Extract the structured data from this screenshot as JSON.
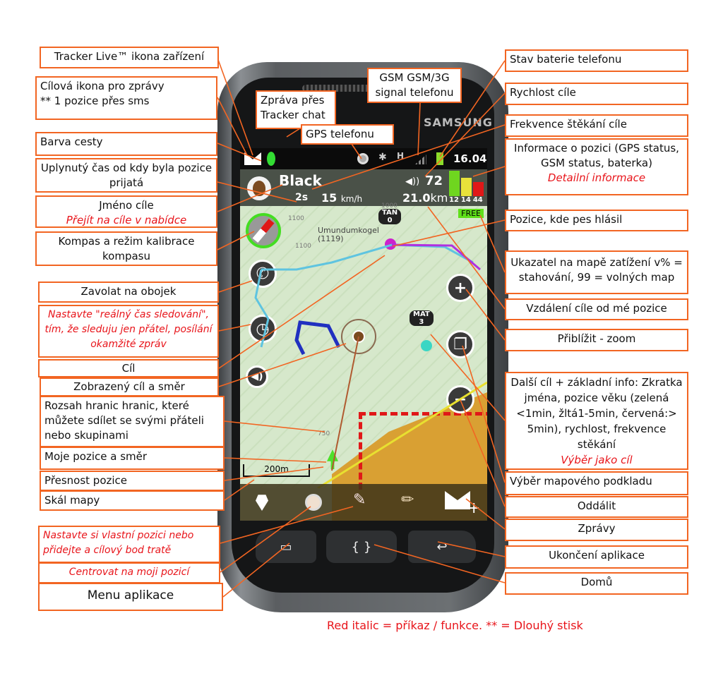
{
  "labels_left": {
    "tracker_live": "Tracker Live™ ikona zařízení",
    "target_icon_messages": "Cílová ikona pro zprávy",
    "target_icon_sms": "** 1 pozice přes sms",
    "track_color": "Barva cesty",
    "elapsed_time": "Uplynutý čas od kdy byla pozice prijatá",
    "target_name": "Jméno cíle",
    "target_name_cmd": "Přejít na cíle v nabídce",
    "compass": "Kompas a režim kalibrace kompasu",
    "call_collar": "Zavolat na obojek",
    "realtime_cmd": "Nastavte \"reálný čas sledování\", tím, že sleduju jen přátel, posílání okamžité zpráv",
    "target": "Cíl",
    "shown_target": "Zobrazený cíl a směr",
    "geofence": "Rozsah hranic hranic, které můžete sdílet se svými přáteli nebo skupinami",
    "my_position": "Moje pozice a směr",
    "accuracy": "Přesnost pozice",
    "map_scale": "Skál mapy",
    "set_position_cmd": "Nastavte si vlastní pozici nebo přidejte a cílový bod tratě",
    "center_cmd": "Centrovat na moji pozicí",
    "app_menu": "Menu aplikace"
  },
  "labels_top": {
    "chat": "Zpráva přes Tracker chat",
    "gps": "GPS telefonu",
    "gsm": "GSM GSM/3G signal telefonu"
  },
  "labels_right": {
    "battery": "Stav baterie telefonu",
    "speed": "Rychlost cíle",
    "bark_rate": "Frekvence štěkání cíle",
    "pos_info": "Informace o pozici (GPS status, GSM status, baterka)",
    "pos_info_cmd": "Detailní informace",
    "bark_pos": "Pozice, kde pes hlásil",
    "map_load": "Ukazatel na mapě zatížení v% = stahování, 99 = volných map",
    "distance": "Vzdálení cíle od mé pozice",
    "zoom_in": "Přiblížit - zoom",
    "next_target": "Další cíl + základní info: Zkratka jména, pozice věku (zelená <1min, žltá1-5min, červená:> 5min), rychlost, frekvence stěkání",
    "next_target_cmd": "Výběr jako cíl",
    "map_select": "Výběr mapového podkladu",
    "zoom_out": "Oddálit",
    "messages": "Zprávy",
    "exit": "Ukončení aplikace",
    "home": "Domů"
  },
  "footer": "Red italic = příkaz / funkce. ** = Dlouhý stisk",
  "phone": {
    "brand": "SAMSUNG",
    "clock": "16.04",
    "network": "H",
    "dog_name": "Black",
    "elapsed": "2s",
    "speed": "15",
    "speed_unit": "km/h",
    "bark_count": "72",
    "distance": "21.0",
    "distance_unit": "km",
    "bars": [
      "12",
      "14",
      "44"
    ],
    "free": "FREE",
    "peak": "Umundumkogel",
    "peak_alt": "(1119)",
    "contour_1": "1100",
    "contour_2": "1100",
    "contour_3": "1000",
    "contour_4": "750",
    "tag_1": "TAN",
    "tag_1_sub": "0",
    "tag_2": "MAT",
    "tag_2_sub": "3",
    "scale": "200m"
  },
  "colors": {
    "accent": "#f26522",
    "command": "#e8141a",
    "green": "#33cc33"
  }
}
